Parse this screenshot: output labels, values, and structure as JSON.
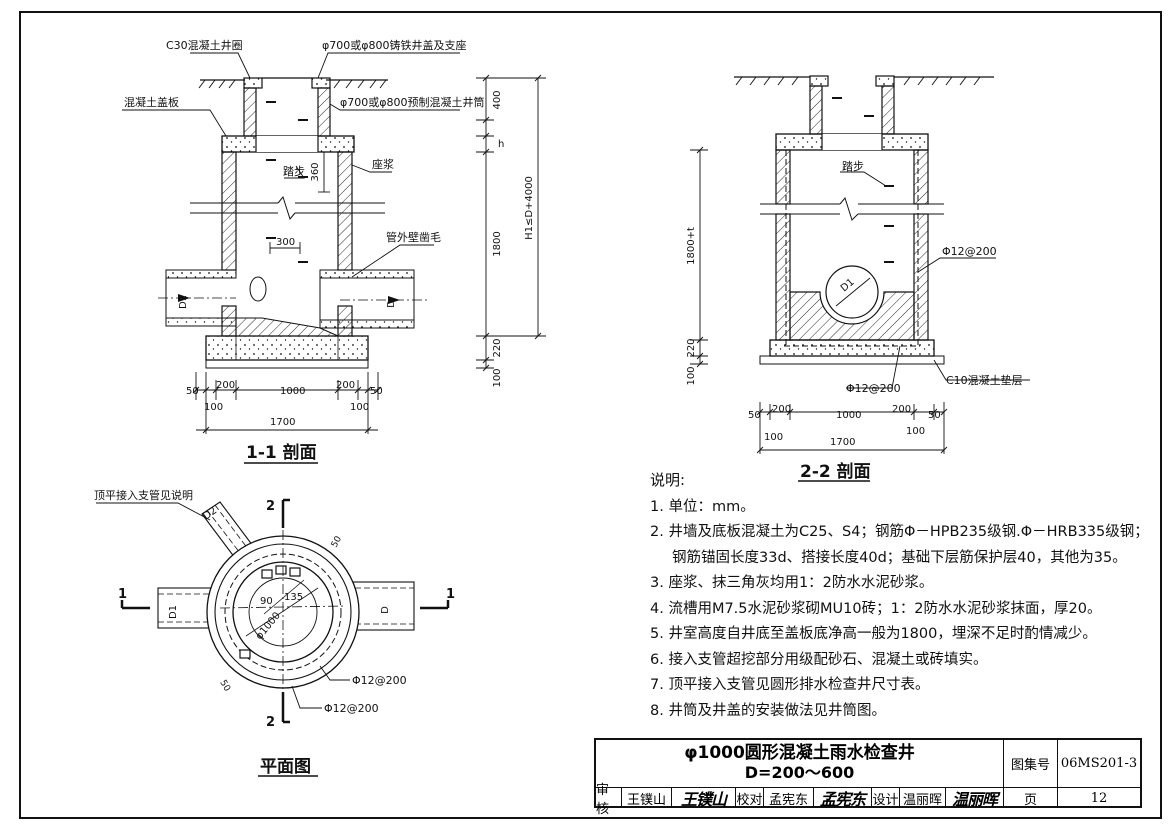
{
  "labels": {
    "sec1_title": "1-1 剖面",
    "sec2_title": "2-2 剖面",
    "plan_title": "平面图",
    "well_ring": "C30混凝土井圈",
    "cover_seat": "φ700或φ800铸铁井盖及支座",
    "cover_slab": "混凝土盖板",
    "precast_tube": "φ700或φ800预制混凝土井筒",
    "step": "踏步",
    "seat_slurry": "座浆",
    "pipe_rough": "管外壁凿毛",
    "c10_pad": "C10混凝土垫层",
    "rebar1": "Φ12@200",
    "rebar2": "Φ12@200",
    "rebar3": "Φ12@200",
    "rebar4": "Φ12@200",
    "branch_note": "顶平接入支管见说明",
    "D": "D",
    "D1": "D1",
    "D2": "D2",
    "h": "h",
    "dia1000": "φ1000",
    "a90": "90",
    "a135": "135",
    "sec_mark_1": "1",
    "sec_mark_2": "2"
  },
  "dims": {
    "d400": "400",
    "d360": "360",
    "d300": "300",
    "d1800": "1800",
    "dH": "H1≤D+4000",
    "d220": "220",
    "d100": "100",
    "d50": "50",
    "d200": "200",
    "d1000": "1000",
    "d1700": "1700",
    "d1800t": "1800+t",
    "d50p": "50"
  },
  "notes": {
    "heading": "说明:",
    "items": [
      "1. 单位：mm。",
      "2. 井墙及底板混凝土为C25、S4；钢筋Φ－HPB235级钢.Φ－HRB335级钢；",
      "钢筋锚固长度33d、搭接长度40d；基础下层筋保护层40，其他为35。",
      "3. 座浆、抹三角灰均用1：2防水水泥砂浆。",
      "4. 流槽用M7.5水泥砂浆砌MU10砖；1：2防水水泥砂浆抹面，厚20。",
      "5. 井室高度自井底至盖板底净高一般为1800，埋深不足时酌情减少。",
      "6. 接入支管超挖部分用级配砂石、混凝土或砖填实。",
      "7. 顶平接入支管见圆形排水检查井尺寸表。",
      "8. 井筒及井盖的安装做法见井筒图。"
    ]
  },
  "title_block": {
    "title": "φ1000圆形混凝土雨水检查井",
    "subtitle": "D=200～600",
    "atlas_label": "图集号",
    "atlas_no": "06MS201-3",
    "page_label": "页",
    "page_no": "12",
    "review_label": "审核",
    "reviewer": "王镤山",
    "reviewer_sig": "王镤山",
    "check_label": "校对",
    "checker": "孟宪东",
    "checker_sig": "孟宪东",
    "design_label": "设计",
    "designer": "温丽晖",
    "designer_sig": "温丽晖"
  },
  "colors": {
    "line": "#111111",
    "paper": "#ffffff"
  }
}
